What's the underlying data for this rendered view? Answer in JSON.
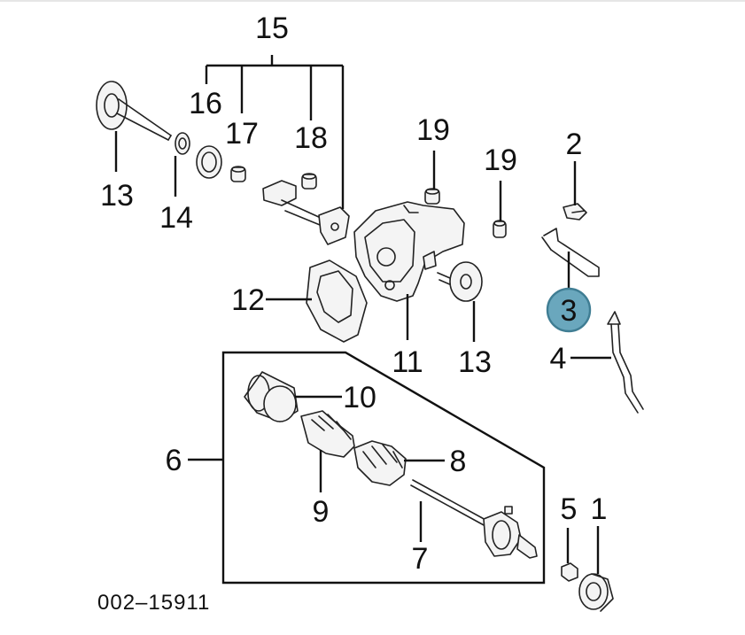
{
  "diagram": {
    "figure_code": "002–15911",
    "highlight_color": "#6aa7bd",
    "callouts": {
      "c1": "1",
      "c2": "2",
      "c3": "3",
      "c4": "4",
      "c5": "5",
      "c6": "6",
      "c7": "7",
      "c8": "8",
      "c9": "9",
      "c10": "10",
      "c11": "11",
      "c12": "12",
      "c13a": "13",
      "c13b": "13",
      "c14": "14",
      "c15": "15",
      "c16": "16",
      "c17": "17",
      "c18": "18",
      "c19a": "19",
      "c19b": "19"
    }
  }
}
